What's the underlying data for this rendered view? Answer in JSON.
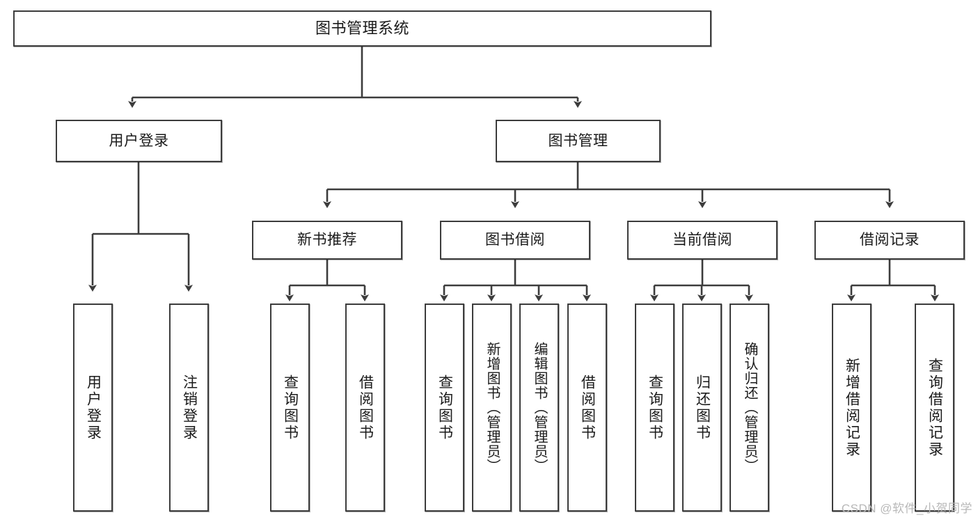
{
  "diagram": {
    "title": "图书管理系统",
    "type": "tree",
    "orientation": "top-down",
    "colors": {
      "node_border": "#3c3c3c",
      "node_fill": "#ffffff",
      "edge": "#3c3c3c",
      "text": "#1a1a1a",
      "watermark": "#b8b8b8",
      "background": "#ffffff"
    },
    "root": {
      "label": "图书管理系统"
    },
    "level2": [
      {
        "label": "用户登录"
      },
      {
        "label": "图书管理"
      }
    ],
    "level3": [
      {
        "label": "新书推荐"
      },
      {
        "label": "图书借阅"
      },
      {
        "label": "当前借阅"
      },
      {
        "label": "借阅记录"
      }
    ],
    "leaves": {
      "user_login": [
        {
          "label": "用户登录"
        },
        {
          "label": "注销登录"
        }
      ],
      "new_book_recommend": [
        {
          "label": "查询图书"
        },
        {
          "label": "借阅图书"
        }
      ],
      "book_borrow": [
        {
          "label": "查询图书"
        },
        {
          "label": "新增图书（管理员）"
        },
        {
          "label": "编辑图书（管理员）"
        },
        {
          "label": "借阅图书"
        }
      ],
      "current_borrow": [
        {
          "label": "查询图书"
        },
        {
          "label": "归还图书"
        },
        {
          "label": "确认归还（管理员）"
        }
      ],
      "borrow_record": [
        {
          "label": "新增借阅记录"
        },
        {
          "label": "查询借阅记录"
        }
      ]
    }
  },
  "watermark": {
    "text": "CSDN @软件_小贺同学"
  }
}
